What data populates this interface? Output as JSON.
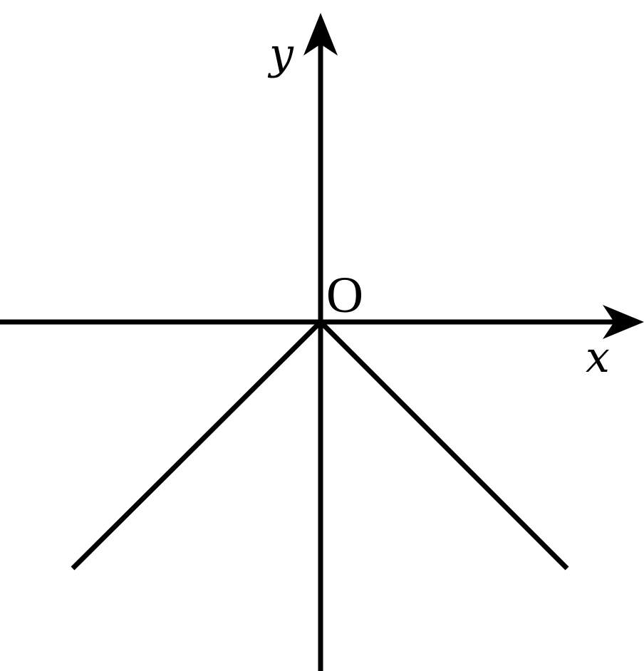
{
  "labels": {
    "y_axis": "y",
    "x_axis": "x",
    "origin": "O"
  },
  "graph": {
    "description_function": "y = -|x|",
    "segments": [
      {
        "name": "left-branch",
        "from": [
          0,
          0
        ],
        "to": [
          -1,
          -1
        ]
      },
      {
        "name": "right-branch",
        "from": [
          0,
          0
        ],
        "to": [
          1,
          -1
        ]
      }
    ]
  }
}
